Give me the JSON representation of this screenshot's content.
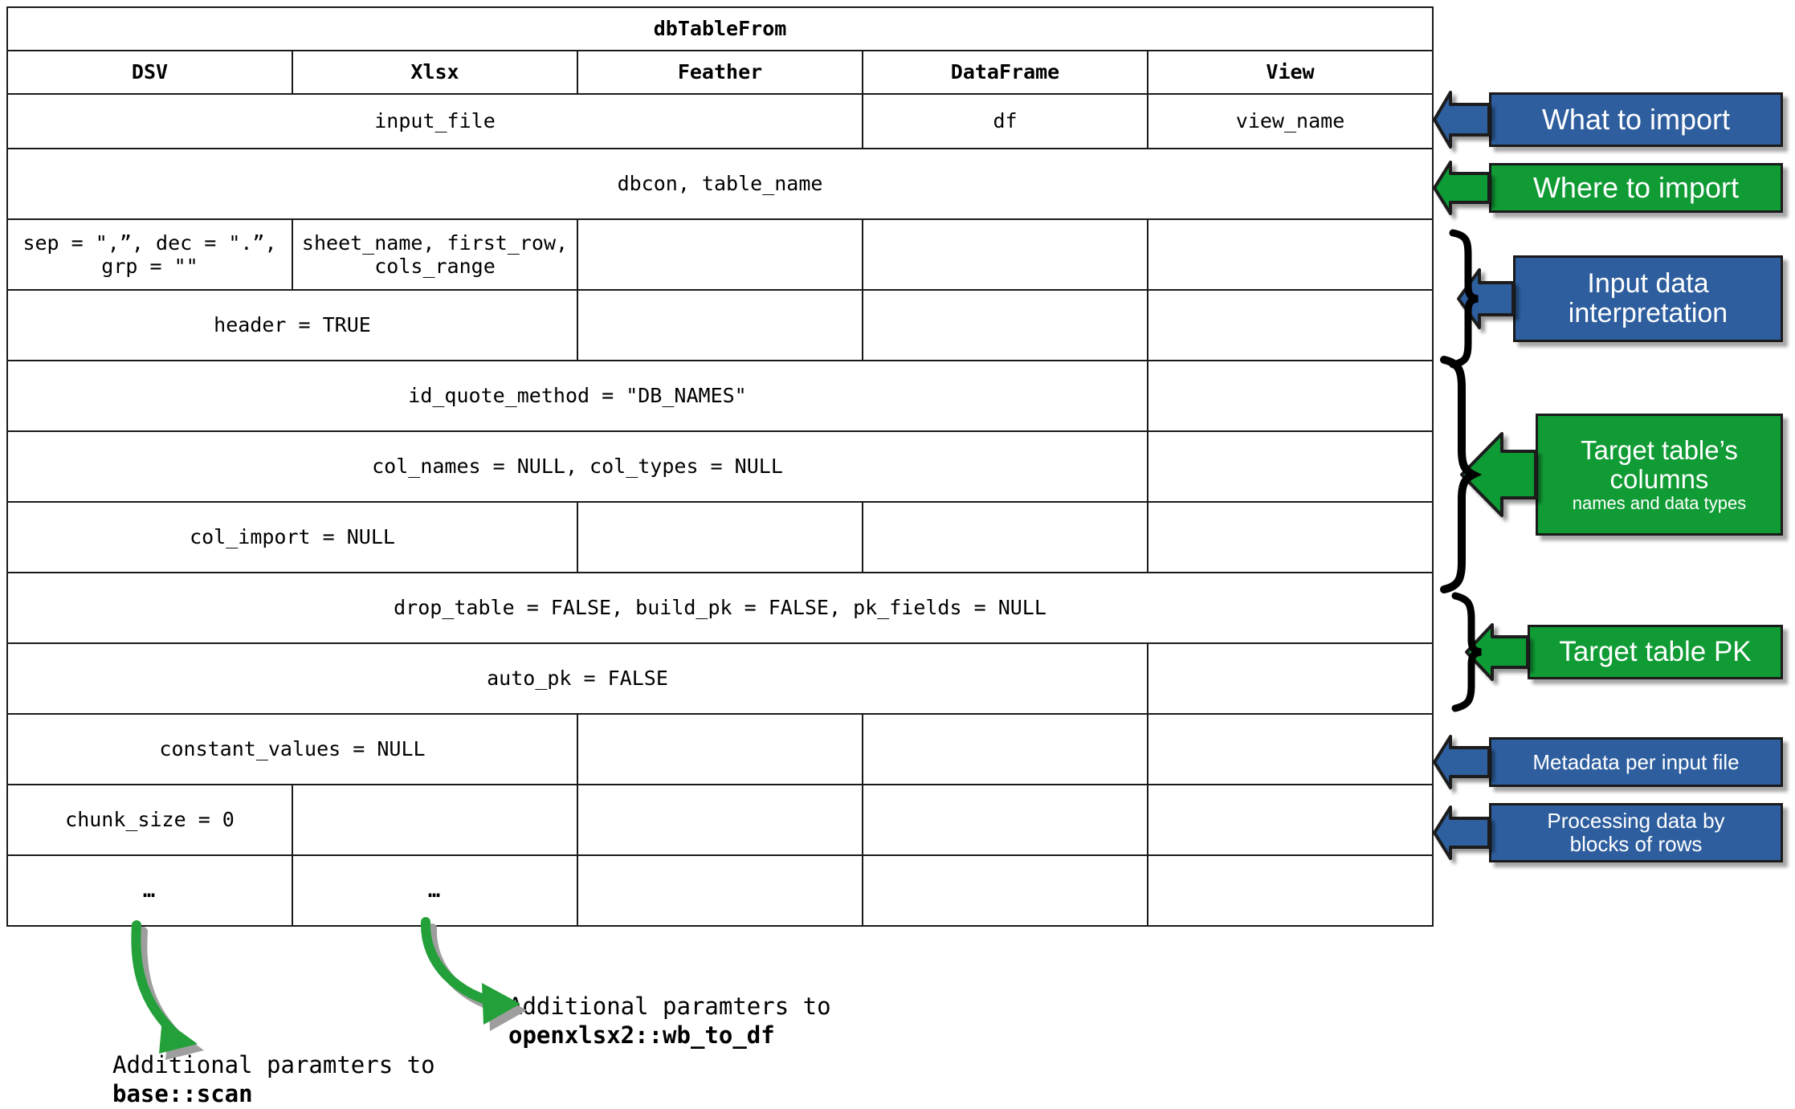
{
  "table": {
    "title": "dbTableFrom",
    "columns": [
      "DSV",
      "Xlsx",
      "Feather",
      "DataFrame",
      "View"
    ],
    "rows": [
      {
        "name": "what-to-import",
        "cells": [
          {
            "text": "input_file",
            "span": 3,
            "grey": false
          },
          {
            "text": "df",
            "span": 1,
            "grey": false
          },
          {
            "text": "view_name",
            "span": 1,
            "grey": false
          }
        ]
      },
      {
        "name": "where-to-import",
        "cells": [
          {
            "text": "dbcon, table_name",
            "span": 5,
            "grey": false
          }
        ]
      },
      {
        "name": "sep-dec-grp",
        "cells": [
          {
            "text": "sep = \",”, dec = \".”,\ngrp = \"\"",
            "span": 1,
            "grey": false,
            "small": true
          },
          {
            "text": "sheet_name, first_row,\ncols_range",
            "span": 1,
            "grey": false,
            "small": true
          },
          {
            "text": "",
            "span": 1,
            "grey": true
          },
          {
            "text": "",
            "span": 1,
            "grey": true
          },
          {
            "text": "",
            "span": 1,
            "grey": true
          }
        ]
      },
      {
        "name": "header",
        "cells": [
          {
            "text": "header = TRUE",
            "span": 2,
            "grey": false
          },
          {
            "text": "",
            "span": 1,
            "grey": true
          },
          {
            "text": "",
            "span": 1,
            "grey": true
          },
          {
            "text": "",
            "span": 1,
            "grey": true
          }
        ]
      },
      {
        "name": "id-quote-method",
        "cells": [
          {
            "text": "id_quote_method = \"DB_NAMES\"",
            "span": 4,
            "grey": false
          },
          {
            "text": "",
            "span": 1,
            "grey": true
          }
        ]
      },
      {
        "name": "col-names-types",
        "cells": [
          {
            "text": "col_names = NULL, col_types = NULL",
            "span": 4,
            "grey": false
          },
          {
            "text": "",
            "span": 1,
            "grey": true
          }
        ]
      },
      {
        "name": "col-import",
        "cells": [
          {
            "text": "col_import = NULL",
            "span": 2,
            "grey": false
          },
          {
            "text": "",
            "span": 1,
            "grey": true
          },
          {
            "text": "",
            "span": 1,
            "grey": true
          },
          {
            "text": "",
            "span": 1,
            "grey": true
          }
        ]
      },
      {
        "name": "drop-table-build-pk",
        "cells": [
          {
            "text": "drop_table = FALSE, build_pk = FALSE, pk_fields = NULL",
            "span": 5,
            "grey": false
          }
        ]
      },
      {
        "name": "auto-pk",
        "cells": [
          {
            "text": "auto_pk = FALSE",
            "span": 4,
            "grey": false
          },
          {
            "text": "",
            "span": 1,
            "grey": true
          }
        ]
      },
      {
        "name": "constant-values",
        "cells": [
          {
            "text": "constant_values = NULL",
            "span": 2,
            "grey": false
          },
          {
            "text": "",
            "span": 1,
            "grey": true
          },
          {
            "text": "",
            "span": 1,
            "grey": true
          },
          {
            "text": "",
            "span": 1,
            "grey": true
          }
        ]
      },
      {
        "name": "chunk-size",
        "cells": [
          {
            "text": "chunk_size = 0",
            "span": 1,
            "grey": false
          },
          {
            "text": "",
            "span": 1,
            "grey": true
          },
          {
            "text": "",
            "span": 1,
            "grey": true
          },
          {
            "text": "",
            "span": 1,
            "grey": true
          },
          {
            "text": "",
            "span": 1,
            "grey": true
          }
        ]
      },
      {
        "name": "more-params",
        "cells": [
          {
            "text": "…",
            "span": 1,
            "grey": false,
            "dots": true
          },
          {
            "text": "…",
            "span": 1,
            "grey": false,
            "dots": true
          },
          {
            "text": "",
            "span": 1,
            "grey": true
          },
          {
            "text": "",
            "span": 1,
            "grey": true
          },
          {
            "text": "",
            "span": 1,
            "grey": true
          }
        ]
      }
    ]
  },
  "callouts": [
    {
      "name": "what-to-import",
      "label": "What to import",
      "sub": "",
      "color": "blue"
    },
    {
      "name": "where-to-import",
      "label": "Where to import",
      "sub": "",
      "color": "green"
    },
    {
      "name": "input-data-interp",
      "label": "Input data\ninterpretation",
      "sub": "",
      "color": "blue"
    },
    {
      "name": "target-table-columns",
      "label": "Target table’s\ncolumns",
      "sub": "names and data types",
      "color": "green"
    },
    {
      "name": "target-table-pk",
      "label": "Target table PK",
      "sub": "",
      "color": "green"
    },
    {
      "name": "metadata-per-file",
      "label": "Metadata per input file",
      "sub": "",
      "color": "blue"
    },
    {
      "name": "processing-blocks",
      "label": "Processing data by\nblocks of rows",
      "sub": "",
      "color": "blue"
    }
  ],
  "footnotes": [
    {
      "name": "base-scan",
      "text": "Additional paramters to",
      "code": "base::scan"
    },
    {
      "name": "openxlsx2-wb-to-df",
      "text": "Additional paramters to",
      "code": "openxlsx2::wb_to_df"
    }
  ],
  "colors": {
    "blue": "#2E5E9E",
    "green": "#109B35",
    "grey_cell": "#808080",
    "border": "#1A1A1A",
    "arrow_green": "#1E9B38"
  }
}
